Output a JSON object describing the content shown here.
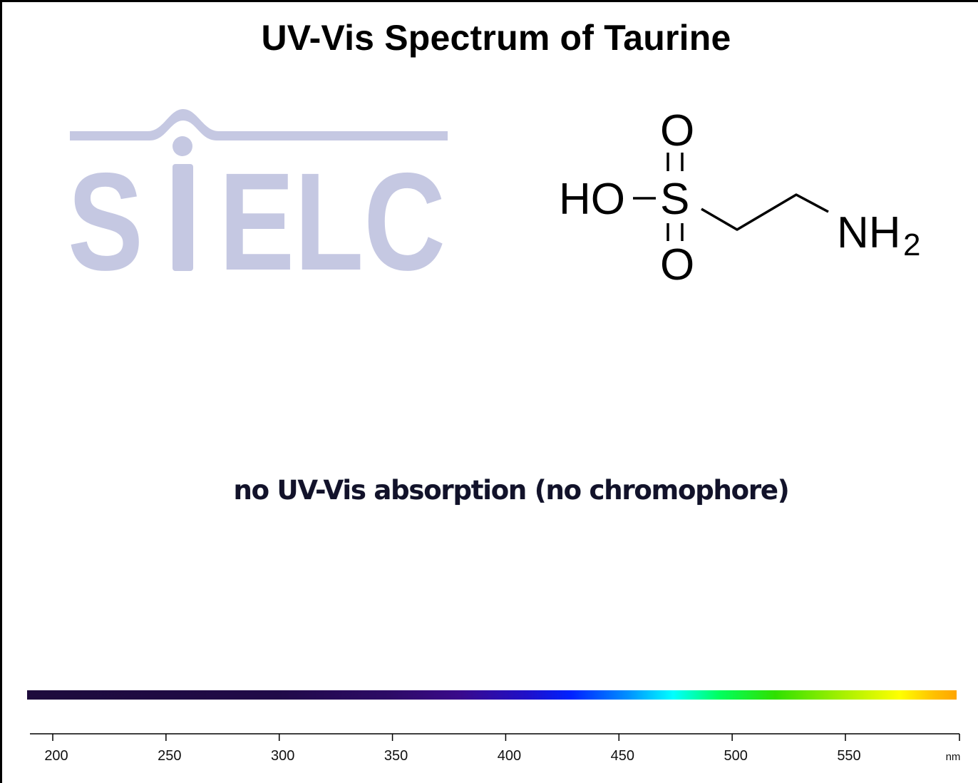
{
  "title": "UV-Vis Spectrum of Taurine",
  "logo": {
    "text": "SIELC",
    "color": "#c5c8e2"
  },
  "molecule": {
    "hydroxyl": "HO",
    "sulfur": "S",
    "oxygen_top": "O",
    "oxygen_bottom": "O",
    "amine": "NH",
    "amine_subscript": "2"
  },
  "note": "no UV-Vis absorption (no chromophore)",
  "chart_data": {
    "type": "line",
    "title": "UV-Vis Spectrum of Taurine",
    "xlabel": "nm",
    "ylabel": "",
    "x_ticks": [
      200,
      250,
      300,
      350,
      400,
      450,
      500,
      550
    ],
    "x_unit": "nm",
    "xlim": [
      190,
      600
    ],
    "series": [],
    "annotations": [
      "no UV-Vis absorption (no chromophore)"
    ],
    "spectrum_colorbar": {
      "range": [
        190,
        600
      ],
      "stops": [
        {
          "nm": 190,
          "color": "#1e0b3c"
        },
        {
          "nm": 300,
          "color": "#200a48"
        },
        {
          "nm": 350,
          "color": "#2d0b66"
        },
        {
          "nm": 380,
          "color": "#3a0a8a"
        },
        {
          "nm": 410,
          "color": "#2010c8"
        },
        {
          "nm": 430,
          "color": "#0022ff"
        },
        {
          "nm": 455,
          "color": "#0090ff"
        },
        {
          "nm": 475,
          "color": "#00ffff"
        },
        {
          "nm": 495,
          "color": "#00ff60"
        },
        {
          "nm": 520,
          "color": "#30e000"
        },
        {
          "nm": 550,
          "color": "#a8f000"
        },
        {
          "nm": 575,
          "color": "#ffff00"
        },
        {
          "nm": 590,
          "color": "#ffc000"
        },
        {
          "nm": 600,
          "color": "#ffa500"
        }
      ]
    }
  }
}
